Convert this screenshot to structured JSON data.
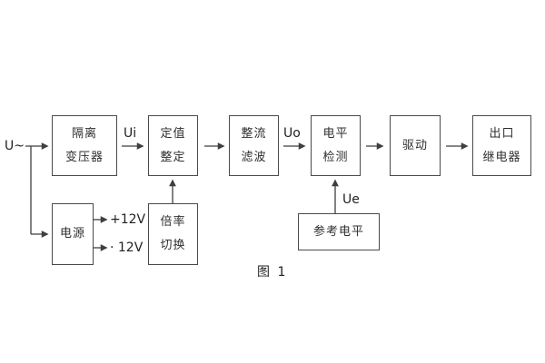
{
  "figure": {
    "caption": "图 1"
  },
  "signals": {
    "input": "U~",
    "ui": "Ui",
    "uo": "Uo",
    "ue": "Ue",
    "rail_pos": "+12V",
    "rail_neg": "· 12V"
  },
  "blocks": {
    "isolation_transformer": {
      "line1": "隔离",
      "line2": "变压器"
    },
    "setpoint": {
      "line1": "定值",
      "line2": "整定"
    },
    "rectifier_filter": {
      "line1": "整流",
      "line2": "滤波"
    },
    "level_detector": {
      "line1": "电平",
      "line2": "检测"
    },
    "driver": {
      "line1": "驱动"
    },
    "output_relay": {
      "line1": "出口",
      "line2": "继电器"
    },
    "power_supply": {
      "line1": "电源"
    },
    "ratio_switch": {
      "line1": "倍率",
      "line2": "切换"
    },
    "reference_level": {
      "line1": "参考电平"
    }
  },
  "colors": {
    "line": "#3f3f3f",
    "text": "#2f2f2f",
    "background": "#ffffff"
  }
}
